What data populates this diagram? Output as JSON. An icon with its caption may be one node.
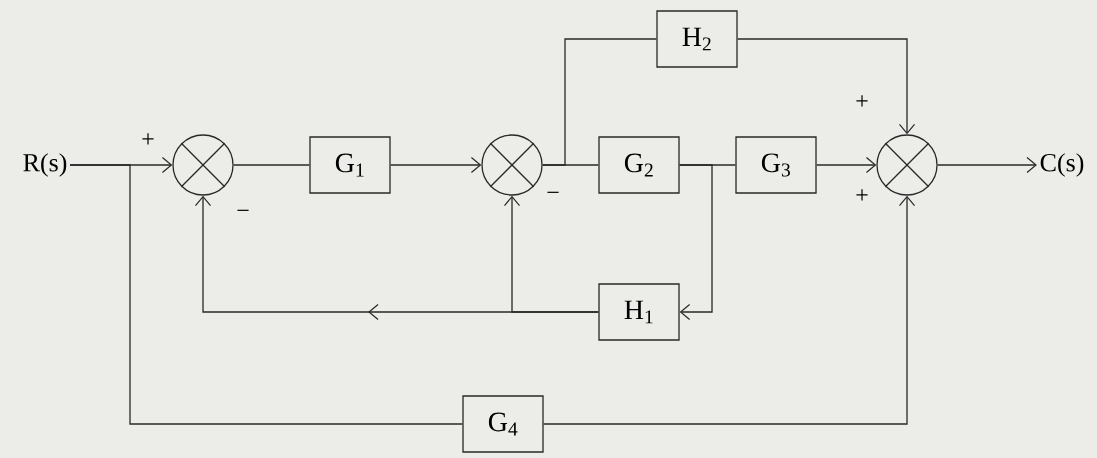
{
  "diagram": {
    "nodes": [
      {
        "text": [
          "R(s)"
        ]
      },
      {
        "text": [],
        "shape": "circle"
      },
      {
        "text": [
          "G$_{1}$"
        ]
      },
      {
        "text": [],
        "shape": "circle"
      },
      {
        "text": [
          "H$_{2}$"
        ]
      },
      {
        "text": [
          "G$_{2}$"
        ]
      },
      {
        "text": [
          "G$_{3}$"
        ]
      },
      {
        "text": [],
        "shape": "circle"
      },
      {
        "text": [
          "C(s)"
        ]
      },
      {
        "text": [
          "H$_{1}$"
        ]
      },
      {
        "text": [
          "G$_{4}$"
        ]
      }
    ],
    "edges": [
      {
        "from": 0,
        "to": 1,
        "arrow": "to"
      },
      {
        "from": 0,
        "to": 10,
        "arrow": "none"
      },
      {
        "from": 1,
        "to": 2,
        "arrow": "none"
      },
      {
        "from": 2,
        "to": 3,
        "arrow": "to"
      },
      {
        "from": 3,
        "to": 4,
        "arrow": "none"
      },
      {
        "from": 3,
        "to": 5,
        "arrow": "none"
      },
      {
        "from": 4,
        "to": 7,
        "arrow": "to"
      },
      {
        "from": 5,
        "to": 6,
        "arrow": "none"
      },
      {
        "from": 6,
        "to": 7,
        "arrow": "to"
      },
      {
        "from": 7,
        "to": 8,
        "arrow": "to"
      },
      {
        "from": 5,
        "to": 9,
        "arrow": "to"
      },
      {
        "from": 9,
        "to": 1,
        "arrow": "to"
      },
      {
        "from": 9,
        "to": 3,
        "arrow": "to"
      },
      {
        "from": 10,
        "to": 7,
        "arrow": "to"
      }
    ],
    "labels": [
      "+",
      "−",
      "−",
      "+",
      "+"
    ]
  }
}
